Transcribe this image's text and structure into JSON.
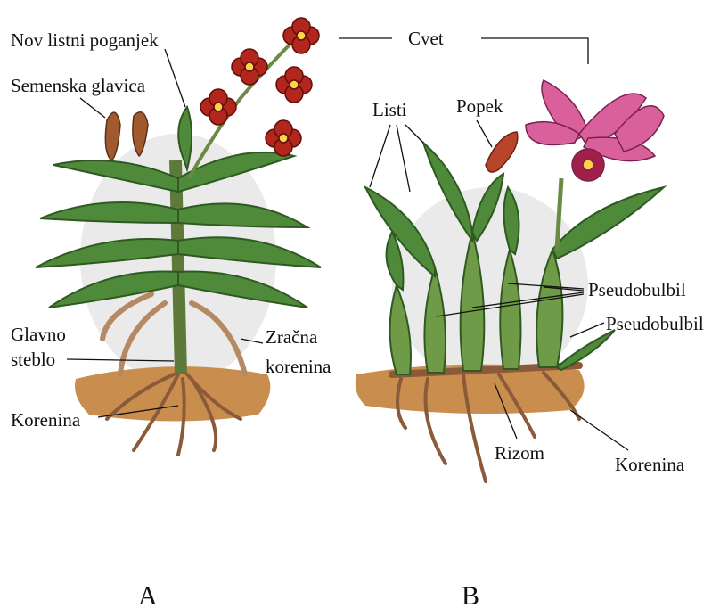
{
  "labels": {
    "new_leaf_shoot": "Nov listni poganjek",
    "seed_head": "Semenska glavica",
    "flower": "Cvet",
    "leaves": "Listi",
    "bud": "Popek",
    "pseudobulb_1": "Pseudobulbil",
    "pseudobulb_2": "Pseudobulbil",
    "main_stem_line1": "Glavno",
    "main_stem_line2": "steblo",
    "aerial_root_line1": "Zračna",
    "aerial_root_line2": "korenina",
    "root_a": "Korenina",
    "rhizome": "Rizom",
    "root_b": "Korenina",
    "panel_a": "A",
    "panel_b": "B"
  },
  "colors": {
    "leaf": "#4f8a3a",
    "leaf_dark": "#2e5a22",
    "leaf_light": "#9cc46a",
    "flower_a": "#b3261e",
    "flower_b": "#d9609a",
    "bud": "#b8452a",
    "soil": "#c98e4e",
    "root": "#a07050",
    "shade": "#d6d6d6"
  }
}
